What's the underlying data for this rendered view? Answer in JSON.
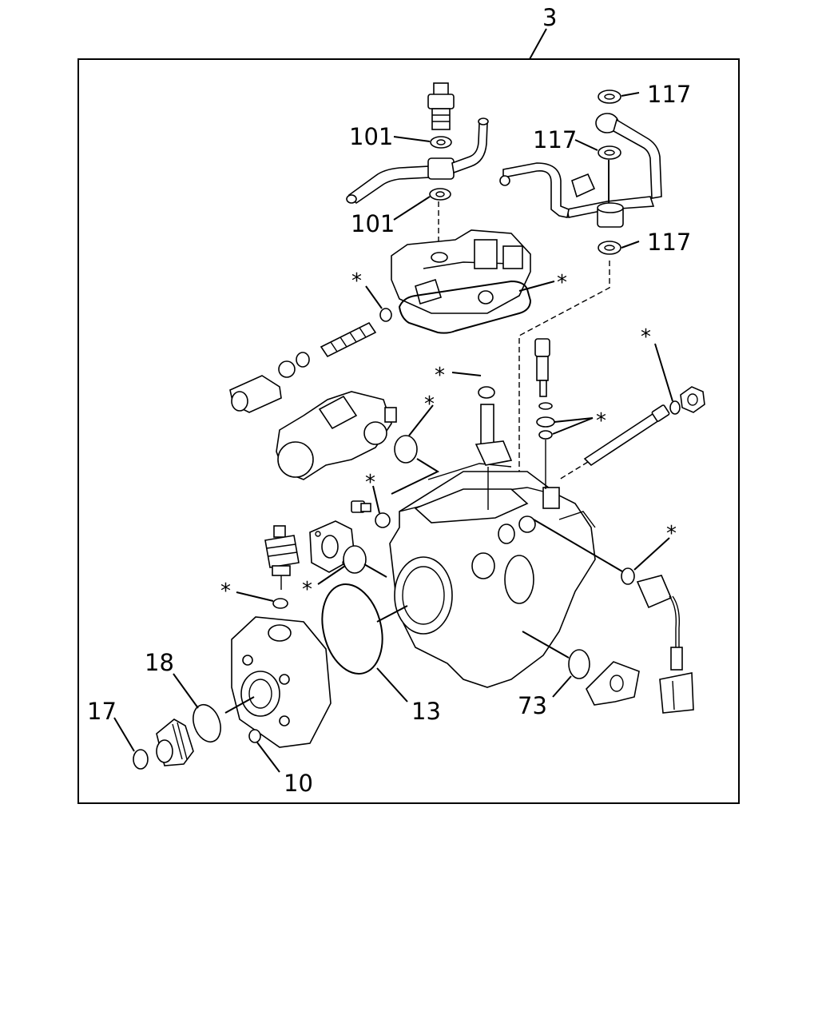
{
  "diagram": {
    "assembly_callout": "3",
    "part_labels": {
      "p101a": "101",
      "p101b": "101",
      "p117a": "117",
      "p117b": "117",
      "p117c": "117",
      "p18": "18",
      "p17": "17",
      "p10": "10",
      "p13": "13",
      "p73": "73"
    },
    "asterisk": "*"
  }
}
